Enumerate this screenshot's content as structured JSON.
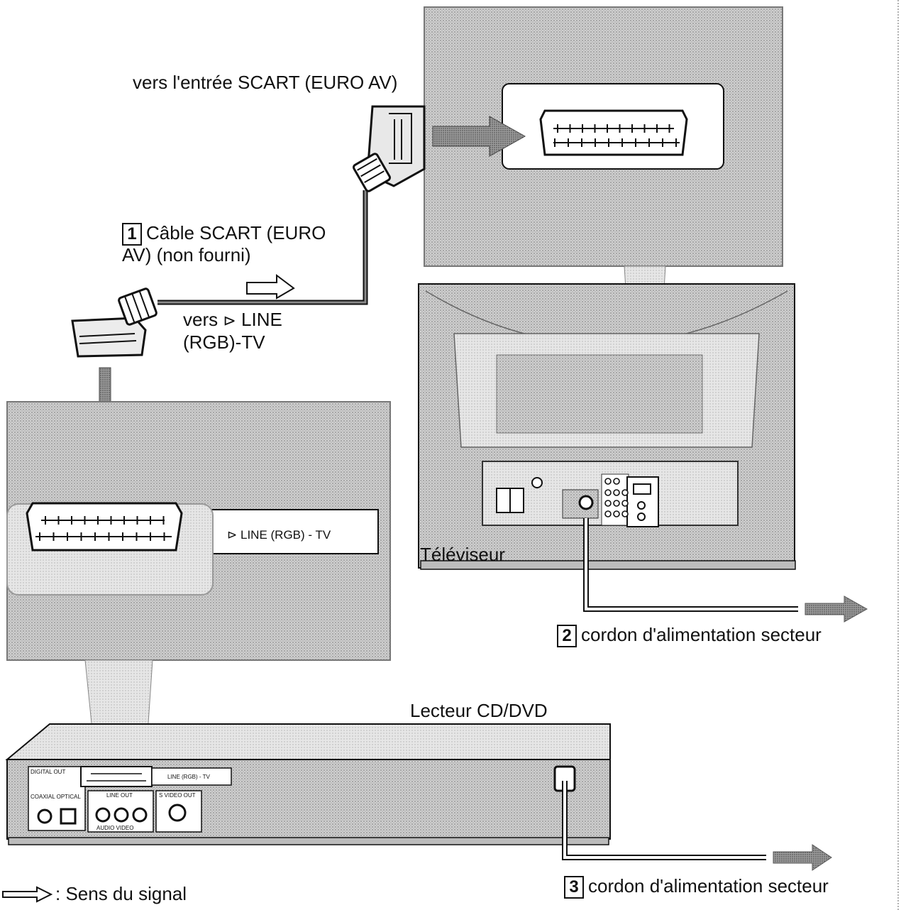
{
  "labels": {
    "scart_input": "vers l'entrée SCART (EURO AV)",
    "cable_number": "1",
    "cable_line1": "Câble SCART (EURO",
    "cable_line2": "AV) (non fourni)",
    "to_line_prefix": "vers",
    "to_line_suffix": "LINE",
    "to_line_2": "(RGB)-TV",
    "panel_label": "LINE (RGB) - TV",
    "tv": "Téléviseur",
    "tv_power_number": "2",
    "tv_power": "cordon d'alimentation secteur",
    "player": "Lecteur CD/DVD",
    "player_power_number": "3",
    "player_power": "cordon d'alimentation secteur",
    "legend": ": Sens du signal"
  },
  "player_panel": {
    "digital_out": "DIGITAL OUT",
    "coaxial_optical": "COAXIAL  OPTICAL",
    "line_out": "LINE OUT",
    "audio_video": "AUDIO      VIDEO",
    "s_video": "S VIDEO OUT",
    "line_rgb": "LINE (RGB) - TV"
  },
  "colors": {
    "halftone": "#c8c8c8",
    "ink": "#111111",
    "arrow": "#8a8a8a"
  }
}
